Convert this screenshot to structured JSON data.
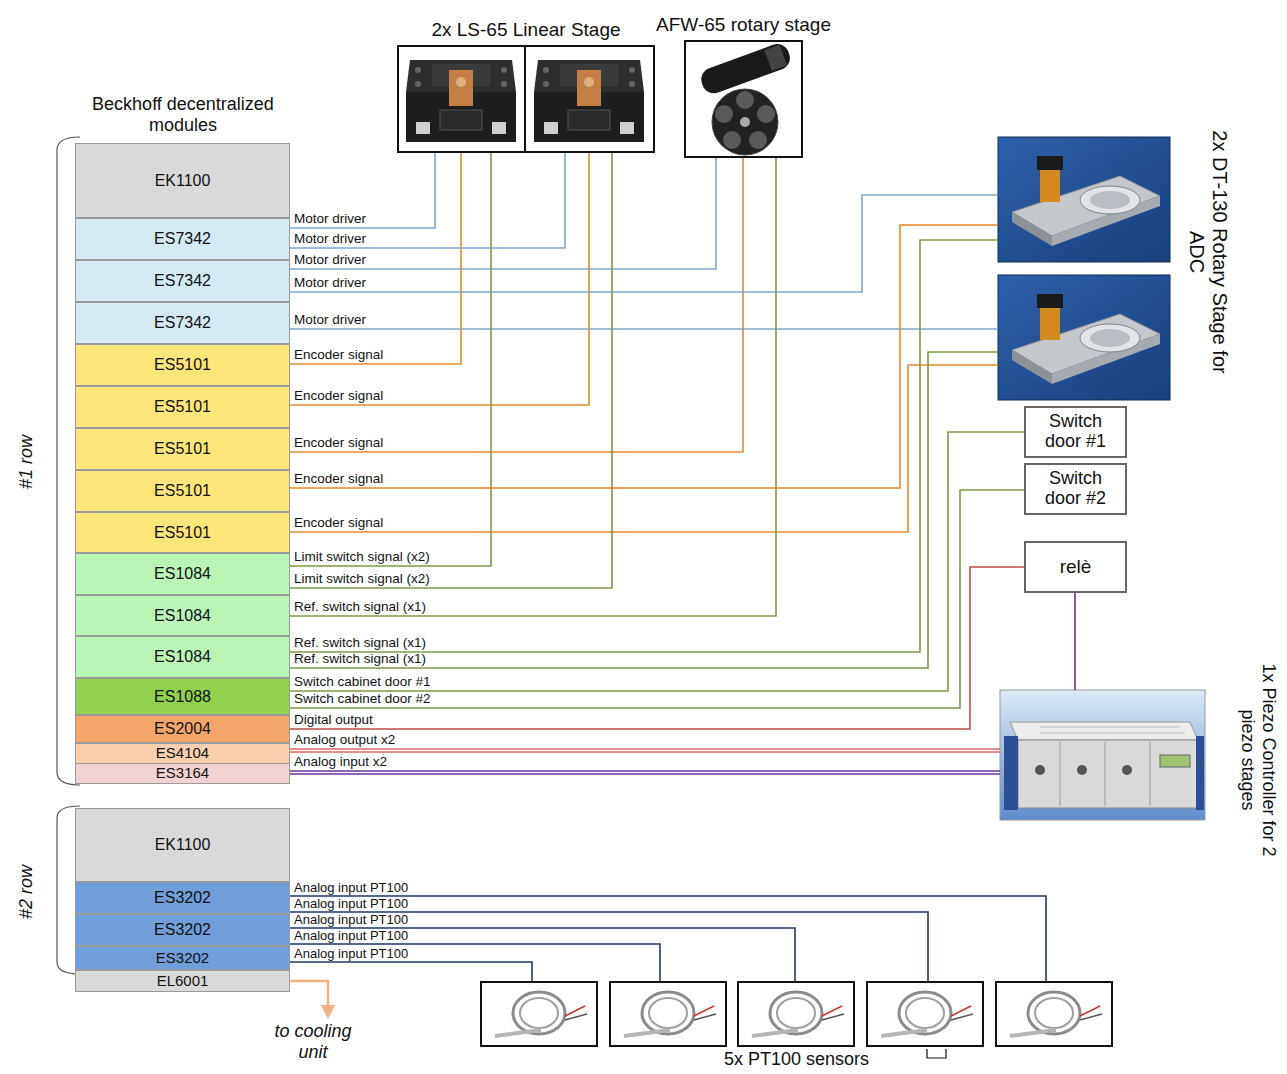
{
  "diagram": {
    "nodes": [
      {
        "text": [
          "EK1100"
        ]
      },
      {
        "text": [
          "ES7342"
        ]
      },
      {
        "text": [
          "ES7342"
        ]
      },
      {
        "text": [
          "ES7342"
        ]
      },
      {
        "text": [
          "ES5101"
        ]
      },
      {
        "text": [
          "ES5101"
        ]
      },
      {
        "text": [
          "ES5101"
        ]
      },
      {
        "text": [
          "ES5101"
        ]
      },
      {
        "text": [
          "ES5101"
        ]
      },
      {
        "text": [
          "ES1084"
        ]
      },
      {
        "text": [
          "ES1084"
        ]
      },
      {
        "text": [
          "ES1084"
        ]
      },
      {
        "text": [
          "ES1088"
        ]
      },
      {
        "text": [
          "ES2004"
        ]
      },
      {
        "text": [
          "ES4104"
        ]
      },
      {
        "text": [
          "ES3164"
        ]
      },
      {
        "text": [
          "EK1100"
        ]
      },
      {
        "text": [
          "ES3202"
        ]
      },
      {
        "text": [
          "ES3202"
        ]
      },
      {
        "text": [
          "ES3202"
        ]
      },
      {
        "text": [
          "EL6001"
        ]
      },
      {
        "text": [
          "2x LS-65 Linear Stage"
        ]
      },
      {
        "text": [
          "AFW-65 rotary stage"
        ]
      },
      {
        "text": [
          "2x DT-130 Rotary Stage for ADC"
        ]
      },
      {
        "text": [
          "Switch door #1"
        ]
      },
      {
        "text": [
          "Switch door #2"
        ]
      },
      {
        "text": [
          "relè"
        ]
      },
      {
        "text": [
          "1x Piezo Controller for 2 piezo stages"
        ]
      },
      {
        "text": [
          "5x PT100 sensors"
        ]
      }
    ],
    "edges": [
      {
        "from": 1,
        "to": 21,
        "label": "Motor driver",
        "arrow": "none"
      },
      {
        "from": 1,
        "to": 21,
        "label": "Motor driver",
        "arrow": "none"
      },
      {
        "from": 2,
        "to": 22,
        "label": "Motor driver",
        "arrow": "none"
      },
      {
        "from": 2,
        "to": 23,
        "label": "Motor driver",
        "arrow": "none"
      },
      {
        "from": 3,
        "to": 23,
        "label": "Motor driver",
        "arrow": "none"
      },
      {
        "from": 4,
        "to": 21,
        "label": "Encoder signal",
        "arrow": "none"
      },
      {
        "from": 5,
        "to": 21,
        "label": "Encoder signal",
        "arrow": "none"
      },
      {
        "from": 6,
        "to": 22,
        "label": "Encoder signal",
        "arrow": "none"
      },
      {
        "from": 7,
        "to": 23,
        "label": "Encoder signal",
        "arrow": "none"
      },
      {
        "from": 8,
        "to": 23,
        "label": "Encoder signal",
        "arrow": "none"
      },
      {
        "from": 9,
        "to": 21,
        "label": "Limit switch signal (x2)",
        "arrow": "none"
      },
      {
        "from": 9,
        "to": 21,
        "label": "Limit switch signal (x2)",
        "arrow": "none"
      },
      {
        "from": 10,
        "to": 22,
        "label": "Ref. switch signal (x1)",
        "arrow": "none"
      },
      {
        "from": 11,
        "to": 23,
        "label": "Ref. switch signal (x1)",
        "arrow": "none"
      },
      {
        "from": 11,
        "to": 23,
        "label": "Ref. switch signal (x1)",
        "arrow": "none"
      },
      {
        "from": 12,
        "to": 24,
        "label": "Switch cabinet door #1",
        "arrow": "none"
      },
      {
        "from": 12,
        "to": 25,
        "label": "Switch cabinet door #2",
        "arrow": "none"
      },
      {
        "from": 13,
        "to": 26,
        "label": "Digital output",
        "arrow": "none"
      },
      {
        "from": 14,
        "to": 27,
        "label": "Analog output x2",
        "arrow": "none"
      },
      {
        "from": 15,
        "to": 27,
        "label": "Analog input x2",
        "arrow": "none"
      },
      {
        "from": 26,
        "to": 27,
        "arrow": "none"
      },
      {
        "from": 17,
        "to": 28,
        "label": "Analog input PT100",
        "arrow": "none"
      },
      {
        "from": 17,
        "to": 28,
        "label": "Analog input PT100",
        "arrow": "none"
      },
      {
        "from": 18,
        "to": 28,
        "label": "Analog input PT100",
        "arrow": "none"
      },
      {
        "from": 18,
        "to": 28,
        "label": "Analog input PT100",
        "arrow": "none"
      },
      {
        "from": 19,
        "to": 28,
        "label": "Analog input PT100",
        "arrow": "none"
      }
    ],
    "labels": [
      "Beckhoff decentralized modules",
      "#1 row",
      "#2 row",
      "to cooling unit"
    ]
  }
}
